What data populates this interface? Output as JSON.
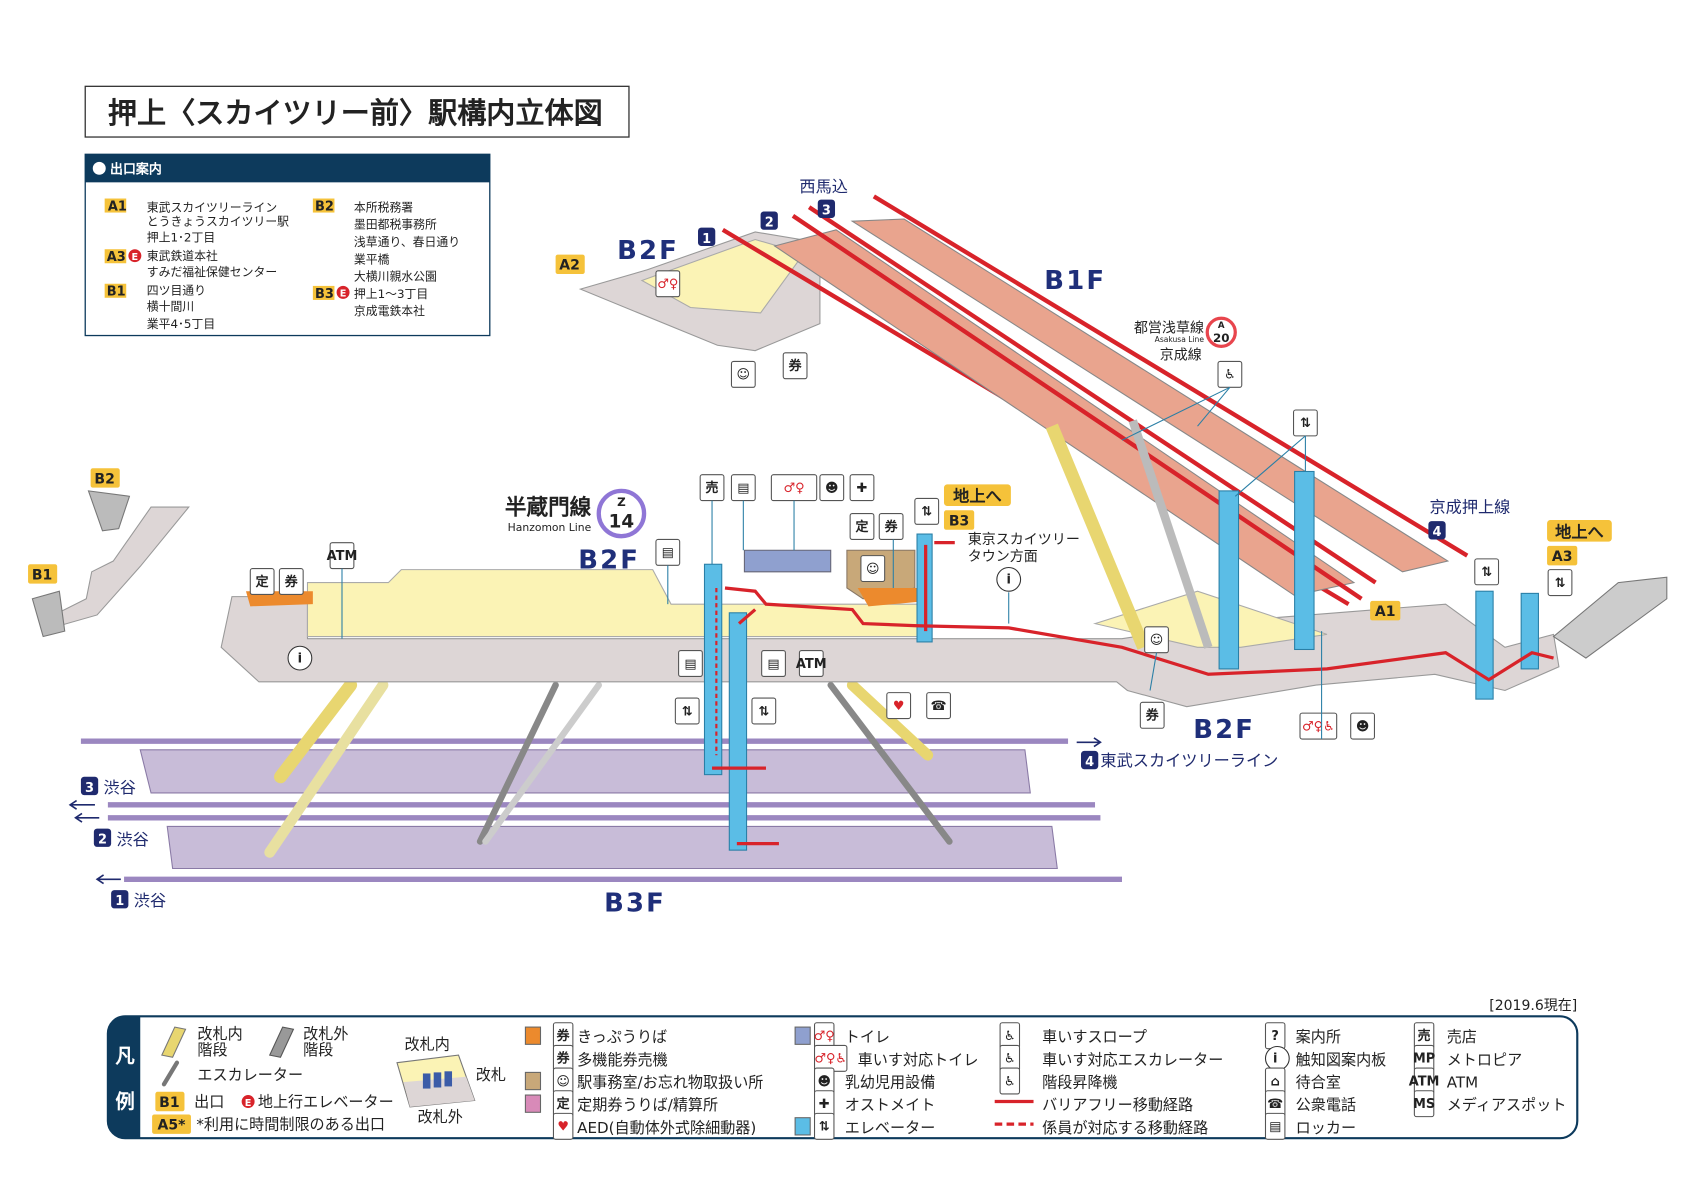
{
  "title": "押上〈スカイツリー前〉駅構内立体図",
  "exit_guide": {
    "heading": "出口案内",
    "entries": [
      {
        "code": "A1",
        "lines": [
          "東武スカイツリーライン",
          "とうきょうスカイツリー駅",
          "押上1･2丁目"
        ]
      },
      {
        "code": "A3",
        "elevator": "E",
        "lines": [
          "東武鉄道本社",
          "すみだ福祉保健センター"
        ]
      },
      {
        "code": "B1",
        "lines": [
          "四ツ目通り",
          "横十間川",
          "業平4･5丁目"
        ]
      },
      {
        "code": "B2",
        "lines": [
          "本所税務署",
          "墨田都税事務所",
          "浅草通り、春日通り",
          "業平橋",
          "大横川親水公園"
        ]
      },
      {
        "code": "B3",
        "elevator": "E",
        "lines": [
          "押上1～3丁目",
          "京成電鉄本社"
        ]
      }
    ]
  },
  "floors": {
    "b2f_upper": "B2F",
    "b1f": "B1F",
    "b2f_mid": "B2F",
    "b2f_right": "B2F",
    "b3f": "B3F"
  },
  "lines": {
    "hanzomon": {
      "ja": "半蔵門線",
      "en": "Hanzomon Line",
      "letter": "Z",
      "num": "14",
      "color": "#8f76d6"
    },
    "asakusa": {
      "ja": "都営浅草線",
      "en": "Asakusa Line",
      "letter": "A",
      "num": "20",
      "color": "#e8454d"
    },
    "keisei": "京成線",
    "keisei_oshiage": "京成押上線",
    "tobu": "東武スカイツリーライン"
  },
  "tracks": {
    "nishimagome": "西馬込",
    "t1": "1",
    "t2": "2",
    "t3": "3",
    "t4": "4",
    "shibuya": "渋谷"
  },
  "map_exits": {
    "a1": "A1",
    "a2": "A2",
    "a3": "A3",
    "b1": "B1",
    "b2": "B2",
    "b3": "B3",
    "to_ground": "地上へ"
  },
  "skytree_town": [
    "東京スカイツリー",
    "タウン方面"
  ],
  "map_icons": [
    "atm",
    "locker",
    "shop",
    "toilet",
    "baby",
    "ostomate",
    "commuter-pass",
    "ticket",
    "elevator",
    "station-office",
    "aed",
    "phone",
    "info",
    "wheelchair-escalator"
  ],
  "legend": {
    "title": [
      "凡",
      "例"
    ],
    "stairs_in": [
      "改札内",
      "階段"
    ],
    "stairs_out": [
      "改札外",
      "階段"
    ],
    "escalator": "エスカレーター",
    "exit_badge": "B1",
    "exit": "出口",
    "elevator_badge": "E",
    "ground_elevator": "地上行エレベーター",
    "timed_badge": "A5*",
    "timed_exit": "*利用に時間制限のある出口",
    "gate_inside": "改札内",
    "gate": "改札",
    "gate_outside": "改札外",
    "col3": [
      "きっぷうりば",
      "多機能券売機",
      "駅事務室/お忘れ物取扱い所",
      "定期券うりば/精算所",
      "AED(自動体外式除細動器)"
    ],
    "col4": [
      "トイレ",
      "車いす対応トイレ",
      "乳幼児用設備",
      "オストメイト",
      "エレベーター"
    ],
    "col5": [
      "車いすスロープ",
      "車いす対応エスカレーター",
      "階段昇降機",
      "バリアフリー移動経路",
      "係員が対応する移動経路"
    ],
    "col6": [
      "案内所",
      "触知図案内板",
      "待合室",
      "公衆電話",
      "ロッカー"
    ],
    "col7": [
      "売店",
      "メトロピア",
      "ATM",
      "メディアスポット"
    ]
  },
  "date": "[2019.6現在]",
  "colors": {
    "navy": "#0d3a5c",
    "platform_b1": "#e9a48e",
    "platform_b3": "#c8bcd8",
    "paid_area": "#fbf3b5",
    "concourse": "#dcd6d6",
    "route": "#d8232a",
    "elevator": "#5bbde6",
    "badge": "#f5c23a"
  }
}
